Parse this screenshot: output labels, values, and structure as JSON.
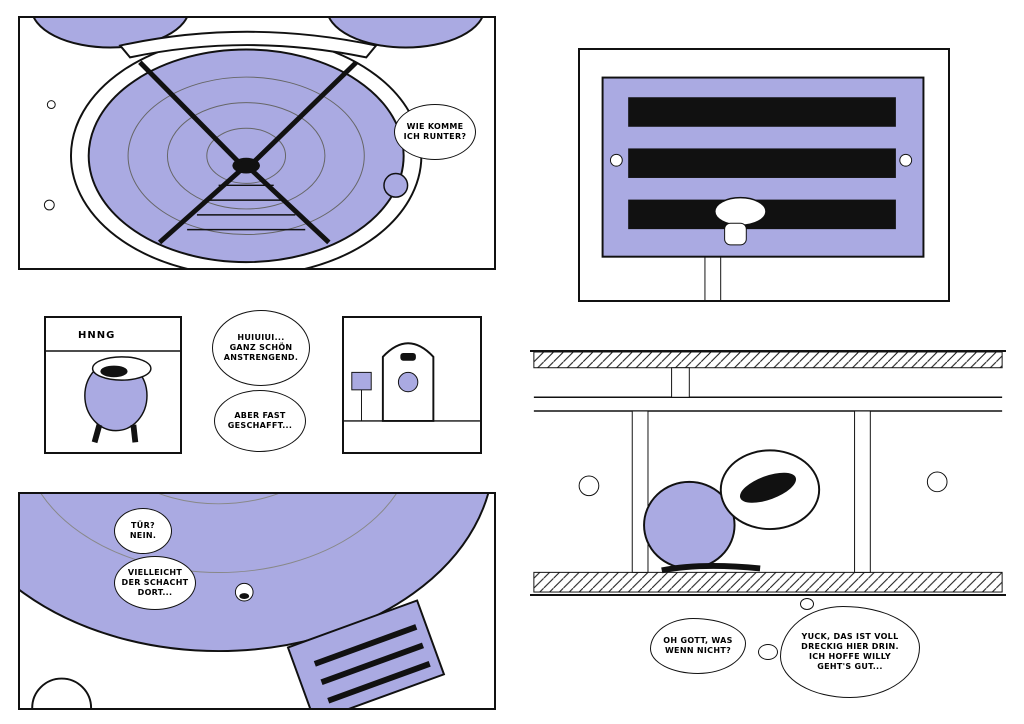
{
  "colors": {
    "lavender": "#aaaae2",
    "ink": "#111111"
  },
  "panel1": {
    "speech": "WIE KOMME\nICH RUNTER?"
  },
  "panel2": {},
  "panel3": {
    "sfx": "HNNG"
  },
  "bubbles_mid": {
    "speech1": "HUIUIUI...\nGANZ SCHÖN\nANSTRENGEND.",
    "speech2": "ABER FAST\nGESCHAFFT..."
  },
  "panel4": {},
  "panel5": {
    "speech1": "TÜR?\nNEIN.",
    "speech2": "VIELLEICHT\nDER SCHACHT\nDORT..."
  },
  "panel6": {},
  "thoughts": {
    "thought1": "OH GOTT, WAS\nWENN NICHT?",
    "thought2": "YUCK, DAS IST VOLL\nDRECKIG HIER DRIN.\nICH HOFFE WILLY\nGEHT'S GUT..."
  }
}
